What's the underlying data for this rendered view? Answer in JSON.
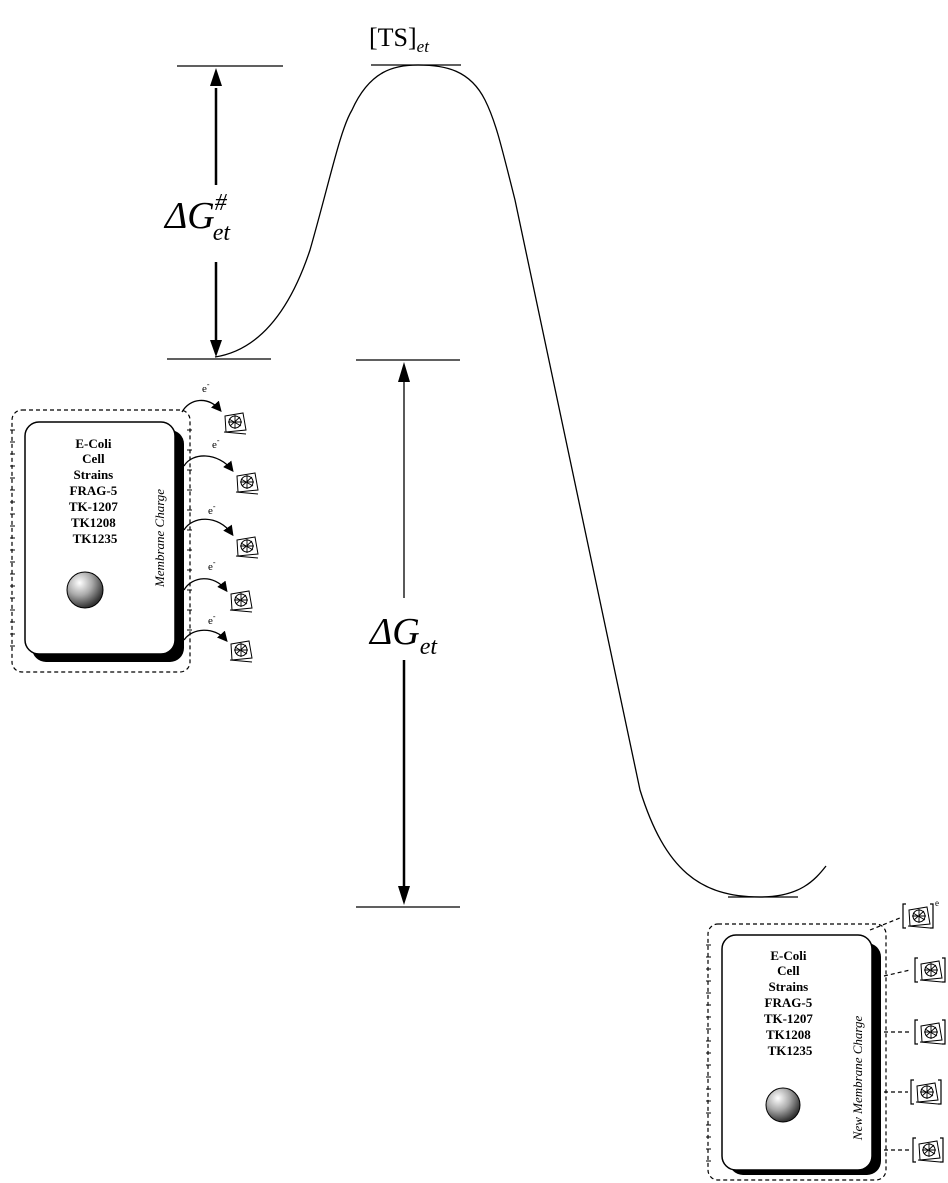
{
  "transition_state_label": "[TS]",
  "transition_state_sub": "et",
  "activation_energy": {
    "delta": "ΔG",
    "sup": "#",
    "sub": "et"
  },
  "free_energy_change": {
    "delta": "ΔG",
    "sub": "et"
  },
  "electron_label": "e",
  "electron_charge": "-",
  "cell_left": {
    "lines": [
      "E-Coli",
      "Cell",
      "Strains",
      "FRAG-5",
      "TK-1207",
      "TK1208",
      "TK1235"
    ],
    "membrane_label": "Membrane Charge"
  },
  "cell_right": {
    "lines": [
      "E-Coli",
      "Cell",
      "Strains",
      "FRAG-5",
      "TK-1207",
      "TK1208",
      "TK1235"
    ],
    "membrane_label": "New Membrane Charge",
    "charge_sign": "e"
  },
  "colors": {
    "line": "#000000",
    "background": "#ffffff",
    "sphere_light": "#ffffff",
    "sphere_dark": "#555555"
  }
}
